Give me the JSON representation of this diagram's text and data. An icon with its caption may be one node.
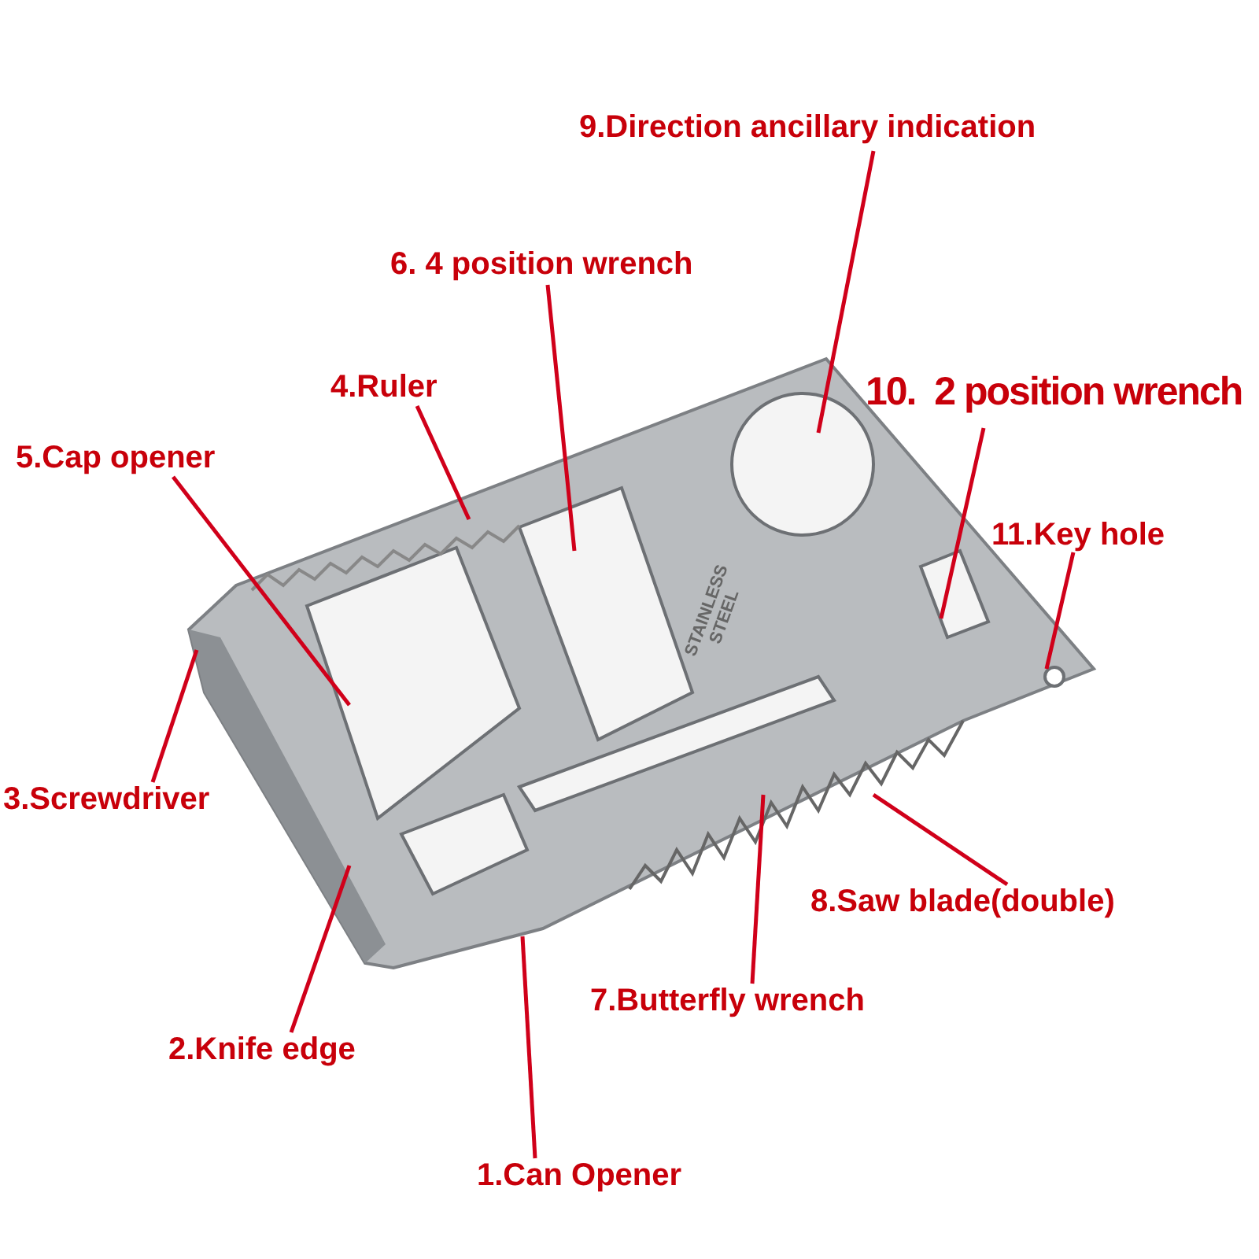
{
  "diagram": {
    "nodes": [
      {
        "text": [
          "9.Direction ancillary indication"
        ]
      },
      {
        "text": [
          "6. 4 position wrench"
        ]
      },
      {
        "text": [
          "10.  2 position wrench"
        ]
      },
      {
        "text": [
          "4.Ruler"
        ]
      },
      {
        "text": [
          "5.Cap opener"
        ]
      },
      {
        "text": [
          "11.Key hole"
        ]
      },
      {
        "text": [
          "3.Screwdriver"
        ]
      },
      {
        "text": [
          "8.Saw blade(double)"
        ]
      },
      {
        "text": [
          "7.Butterfly wrench"
        ]
      },
      {
        "text": [
          "2.Knife edge"
        ]
      },
      {
        "text": [
          "1.Can Opener"
        ]
      }
    ],
    "edges": [
      {
        "from": 0,
        "to": null,
        "arrow": "none"
      },
      {
        "from": 1,
        "to": null,
        "arrow": "none"
      },
      {
        "from": 2,
        "to": null,
        "arrow": "none"
      },
      {
        "from": 3,
        "to": null,
        "arrow": "none"
      },
      {
        "from": 4,
        "to": null,
        "arrow": "none"
      },
      {
        "from": 5,
        "to": null,
        "arrow": "none"
      },
      {
        "from": 6,
        "to": null,
        "arrow": "none"
      },
      {
        "from": 7,
        "to": null,
        "arrow": "none"
      },
      {
        "from": 8,
        "to": null,
        "arrow": "none"
      },
      {
        "from": 9,
        "to": null,
        "arrow": "none"
      },
      {
        "from": 10,
        "to": null,
        "arrow": "none"
      }
    ],
    "labels": [
      "STAINLESS STEEL"
    ]
  }
}
